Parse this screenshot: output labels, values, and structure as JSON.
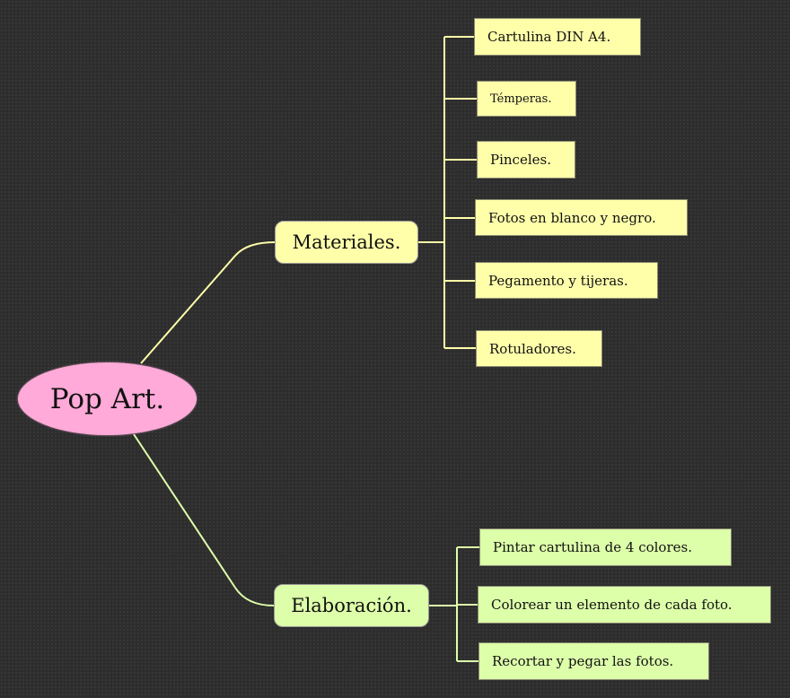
{
  "root": {
    "label": "Pop Art."
  },
  "branches": [
    {
      "label": "Materiales.",
      "children": [
        "Cartulina DIN A4.",
        "Témperas.",
        "Pinceles.",
        "Fotos en blanco y negro.",
        "Pegamento y tijeras.",
        "Rotuladores."
      ]
    },
    {
      "label": "Elaboración.",
      "children": [
        "Pintar cartulina de 4 colores.",
        "Colorear un elemento de cada foto.",
        "Recortar y pegar las fotos."
      ]
    }
  ],
  "colors": {
    "root": "#ffaad8",
    "materiales": "#ffffaa",
    "elaboracion": "#ddffaa",
    "background": "#2d2d2d"
  }
}
